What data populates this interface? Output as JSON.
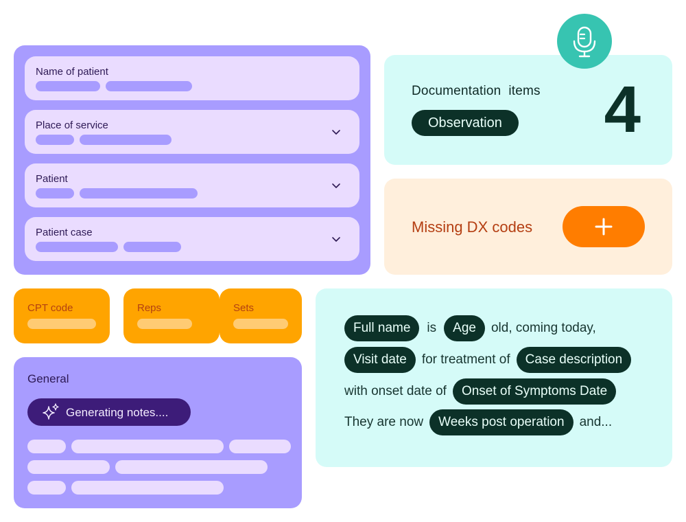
{
  "form": {
    "fields": [
      {
        "label": "Name of patient"
      },
      {
        "label": "Place of service"
      },
      {
        "label": "Patient"
      },
      {
        "label": "Patient case"
      }
    ]
  },
  "documentation": {
    "title": "Documentation  items",
    "tag": "Observation",
    "count": "4"
  },
  "missing_dx": {
    "label": "Missing DX codes",
    "add_icon": "plus-icon"
  },
  "mic": {
    "icon": "microphone-icon"
  },
  "codes": {
    "cpt_label": "CPT code",
    "reps_label": "Reps",
    "sets_label": "Sets"
  },
  "general": {
    "title": "General",
    "generating": "Generating notes....",
    "generating_icon": "sparkle-icon"
  },
  "template": {
    "line1": {
      "pill1": "Full name",
      "t1": "is",
      "pill2": "Age",
      "t2": "old, coming today,"
    },
    "line2": {
      "pill1": "Visit date",
      "t1": "for treatment of",
      "pill2": "Case description"
    },
    "line3": {
      "t1": "with onset date of",
      "pill1": "Onset of Symptoms Date"
    },
    "line4": {
      "t1": "They are now",
      "pill1": "Weeks post operation",
      "t2": "and..."
    }
  },
  "colors": {
    "lavender": "#a89cff",
    "lavender_light": "#eadcff",
    "mint": "#d5fbf8",
    "dark_green": "#0c3128",
    "teal": "#37c4b1",
    "peach": "#ffefdc",
    "orange": "#ff7d00",
    "amber": "#ffa400",
    "rust": "#b43e12",
    "deep_purple": "#3d1c79"
  }
}
